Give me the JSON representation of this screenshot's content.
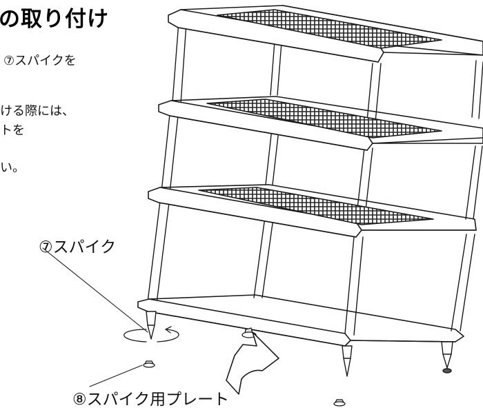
{
  "title": "の取り付け",
  "instructions": {
    "line1": "⑦スパイクを",
    "line2": "ける際には、",
    "line3": "トを",
    "line4": "い。"
  },
  "callouts": {
    "spike": "⑦スパイク",
    "plate": "⑧スパイク用プレート"
  },
  "colors": {
    "line": "#1a1a1a",
    "mesh": "#333333"
  }
}
